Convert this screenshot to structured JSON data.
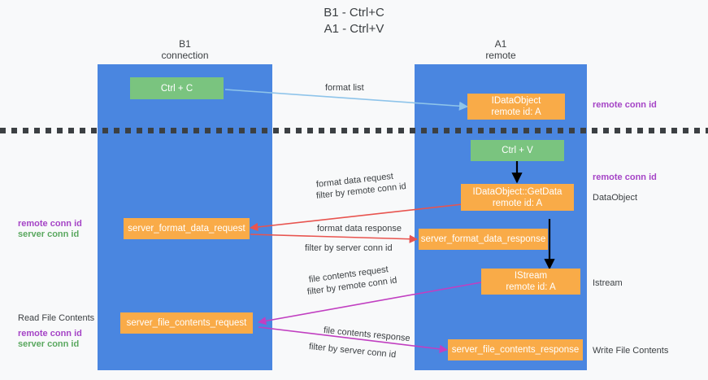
{
  "title": "B1 - Ctrl+C\nA1 - Ctrl+V",
  "columns": {
    "left": {
      "name": "B1",
      "role": "connection",
      "header": "B1\nconnection"
    },
    "right": {
      "name": "A1",
      "role": "remote",
      "header": "A1\nremote"
    }
  },
  "colors": {
    "lane": "#4a86e0",
    "green_box": "#7ac47f",
    "orange_box": "#f9ab48",
    "background": "#f8f9fa",
    "remote_conn_id": "#a544c6",
    "server_conn_id": "#5aa85f",
    "arrow_blue": "#8ec4ea",
    "arrow_black": "#000000",
    "arrow_red": "#e8544f",
    "arrow_magenta": "#c13fc1",
    "divider": "#3c4043"
  },
  "boxes": {
    "ctrl_c": {
      "line1": "Ctrl + C",
      "line2": ""
    },
    "idataobject": {
      "line1": "IDataObject",
      "line2": "remote id: A"
    },
    "ctrl_v": {
      "line1": "Ctrl + V",
      "line2": ""
    },
    "getdata": {
      "line1": "IDataObject::GetData",
      "line2": "remote id: A"
    },
    "server_format_data_request": {
      "line1": "server_format_data_request",
      "line2": ""
    },
    "server_format_data_response": {
      "line1": "server_format_data_response",
      "line2": ""
    },
    "istream": {
      "line1": "IStream",
      "line2": "remote id: A"
    },
    "server_file_contents_request": {
      "line1": "server_file_contents_request",
      "line2": ""
    },
    "server_file_contents_response": {
      "line1": "server_file_contents_response",
      "line2": ""
    }
  },
  "edge_labels": {
    "format_list": "format list",
    "format_data_request": "format data request",
    "format_data_request_filter_prefix": "filter by ",
    "format_data_request_filter_key": "remote conn id",
    "format_data_response": "format data response",
    "format_data_response_filter_prefix": "filter by ",
    "format_data_response_filter_key": "server conn id",
    "file_contents_request": "file contents request",
    "file_contents_request_filter_prefix": "filter by ",
    "file_contents_request_filter_key": "remote conn id",
    "file_contents_response": "file contents response",
    "file_contents_response_filter_prefix": "filter by ",
    "file_contents_response_filter_key": "server conn id"
  },
  "side_labels": {
    "right_top_remote_conn_id": "remote conn id",
    "right_mid_remote_conn_id": "remote conn id",
    "right_dataobject": "DataObject",
    "right_istream": "Istream",
    "right_write_file_contents": "Write File Contents",
    "left_mid_remote_conn_id": "remote conn id",
    "left_mid_server_conn_id": "server conn id",
    "left_read_file_contents": "Read File Contents",
    "left_low_remote_conn_id": "remote conn id",
    "left_low_server_conn_id": "server conn id"
  }
}
